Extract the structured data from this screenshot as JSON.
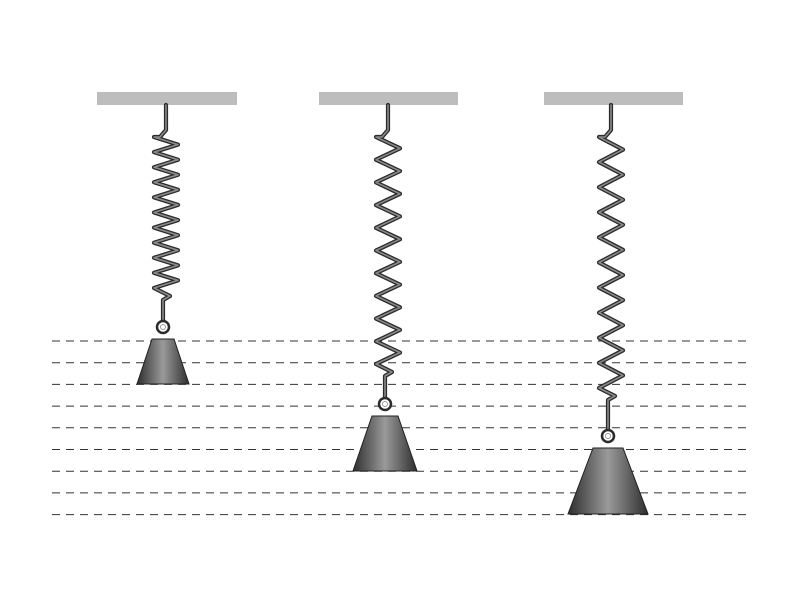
{
  "diagram": {
    "guide_line_count": 9,
    "colors": {
      "ceiling": "#bdbdbd",
      "spring": "#2b2b2b",
      "mass_dark": "#2e2e2e",
      "mass_light": "#9a9a9a",
      "guide": "#333333"
    },
    "setups": [
      {
        "id": "spring-mass-1",
        "mass_size": "small",
        "spring_coils": 10,
        "extension_rank": 1
      },
      {
        "id": "spring-mass-2",
        "mass_size": "medium",
        "spring_coils": 10,
        "extension_rank": 2
      },
      {
        "id": "spring-mass-3",
        "mass_size": "large",
        "spring_coils": 10,
        "extension_rank": 3
      }
    ]
  }
}
